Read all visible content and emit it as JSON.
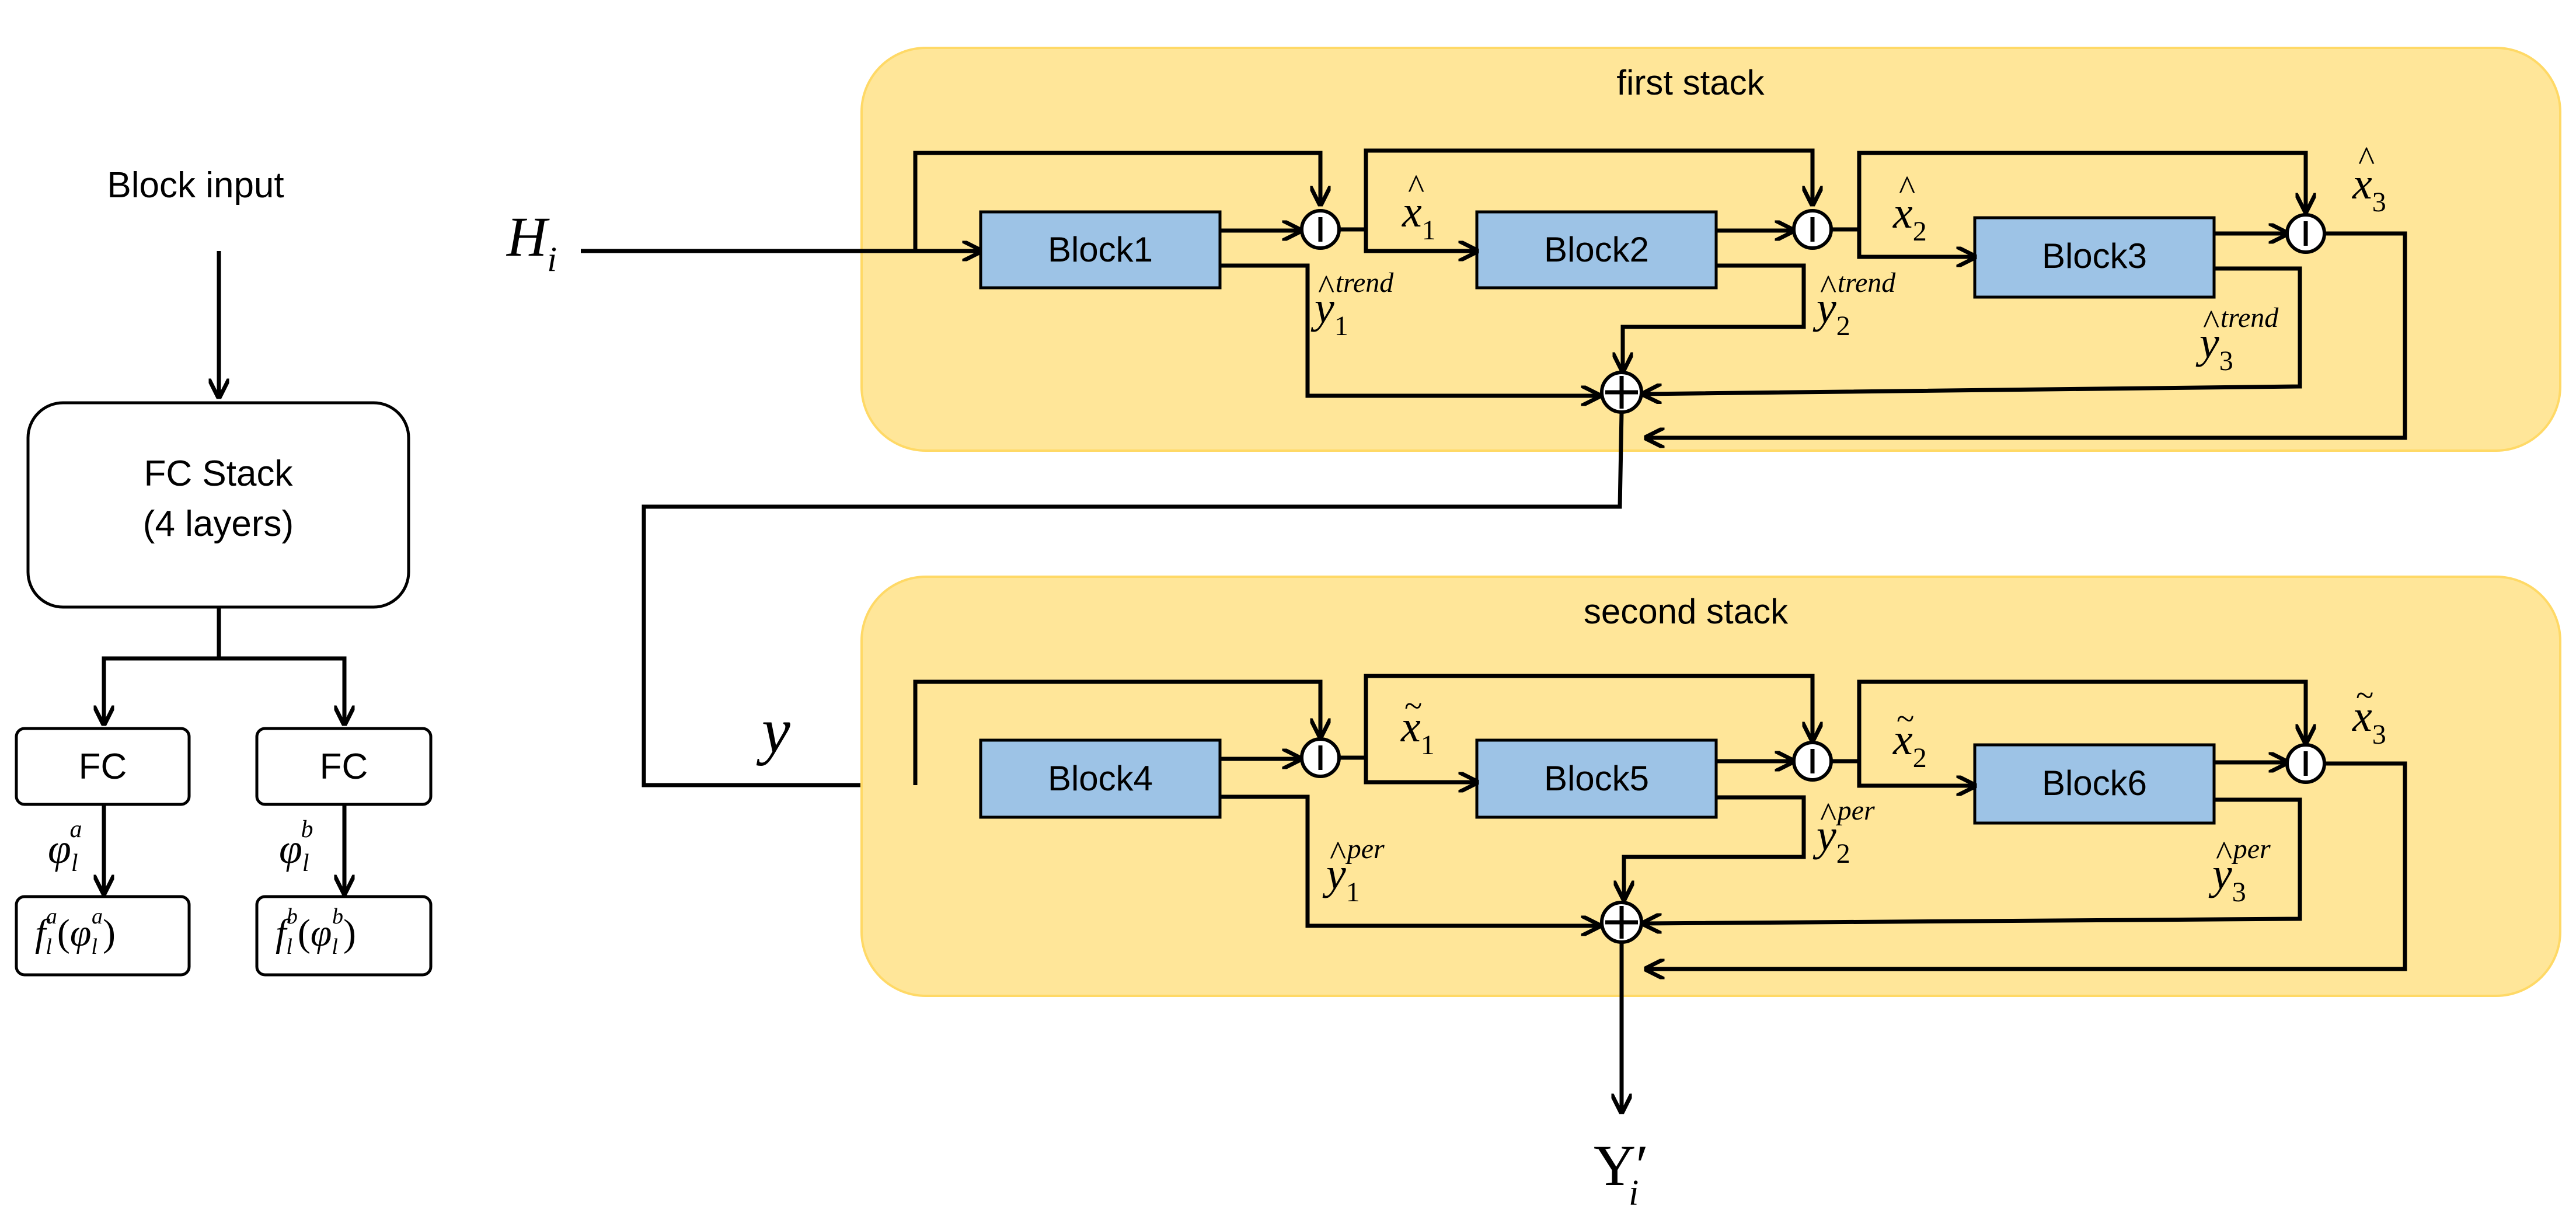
{
  "left_panel": {
    "block_input": "Block input",
    "fc_stack_line1": "FC Stack",
    "fc_stack_line2": "(4 layers)",
    "fc_a": "FC",
    "fc_b": "FC",
    "phi_a": {
      "base": "φ",
      "sub": "l",
      "sup": "a"
    },
    "phi_b": {
      "base": "φ",
      "sub": "l",
      "sup": "b"
    },
    "f_a": {
      "base": "f",
      "sub": "l",
      "sup": "a",
      "arg_base": "φ",
      "arg_sub": "l",
      "arg_sup": "a"
    },
    "f_b": {
      "base": "f",
      "sub": "l",
      "sup": "b",
      "arg_base": "φ",
      "arg_sub": "l",
      "arg_sup": "b"
    }
  },
  "input_label": {
    "base": "H",
    "sub": "i"
  },
  "y_label": "y",
  "output_label": {
    "base": "Y",
    "prime": "′",
    "sub": "i"
  },
  "first_stack": {
    "title": "first stack",
    "blocks": [
      "Block1",
      "Block2",
      "Block3"
    ],
    "x_labels": [
      {
        "hat": "^",
        "base": "x",
        "sub": "1"
      },
      {
        "hat": "^",
        "base": "x",
        "sub": "2"
      },
      {
        "hat": "^",
        "base": "x",
        "sub": "3"
      }
    ],
    "y_labels": [
      {
        "hat": "^",
        "base": "y",
        "sub": "1",
        "sup": "trend"
      },
      {
        "hat": "^",
        "base": "y",
        "sub": "2",
        "sup": "trend"
      },
      {
        "hat": "^",
        "base": "y",
        "sub": "3",
        "sup": "trend"
      }
    ]
  },
  "second_stack": {
    "title": "second stack",
    "blocks": [
      "Block4",
      "Block5",
      "Block6"
    ],
    "x_labels": [
      {
        "hat": "~",
        "base": "x",
        "sub": "1"
      },
      {
        "hat": "~",
        "base": "x",
        "sub": "2"
      },
      {
        "hat": "~",
        "base": "x",
        "sub": "3"
      }
    ],
    "y_labels": [
      {
        "hat": "^",
        "base": "y",
        "sub": "1",
        "sup": "per"
      },
      {
        "hat": "^",
        "base": "y",
        "sub": "2",
        "sup": "per"
      },
      {
        "hat": "^",
        "base": "y",
        "sub": "3",
        "sup": "per"
      }
    ]
  },
  "colors": {
    "stack_fill": "#ffe699",
    "block_fill": "#9dc3e6",
    "line": "#000000"
  },
  "icons": {
    "subtract_node": "circle-with-vertical-bar",
    "sum_node": "circle-with-plus"
  }
}
